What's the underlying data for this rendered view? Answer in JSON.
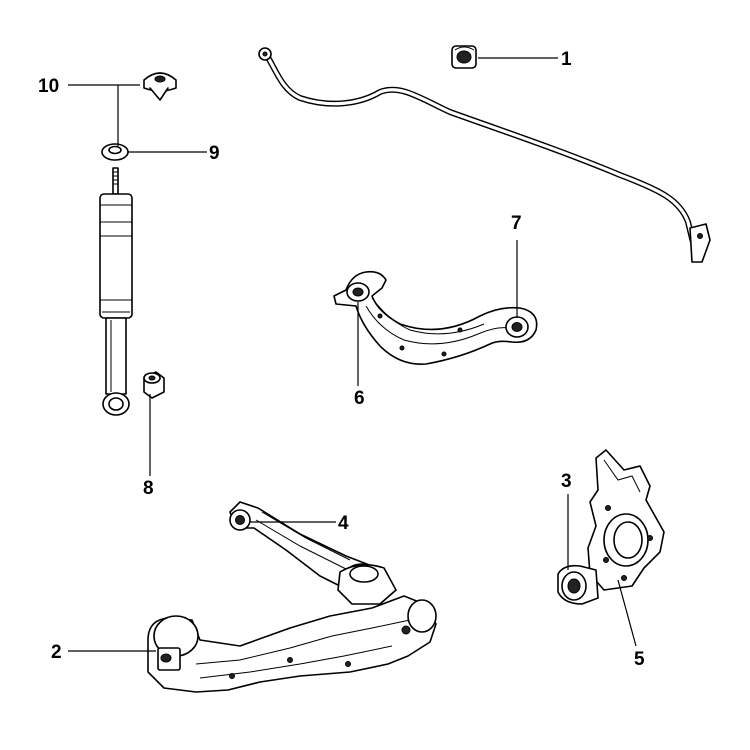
{
  "callouts": [
    {
      "number": "1",
      "part_icon": "bushing-icon"
    },
    {
      "number": "2",
      "part_icon": "lower-control-arm-icon"
    },
    {
      "number": "3",
      "part_icon": "knuckle-bushing-icon"
    },
    {
      "number": "4",
      "part_icon": "upper-link-arm-icon"
    },
    {
      "number": "5",
      "part_icon": "steering-knuckle-icon"
    },
    {
      "number": "6",
      "part_icon": "camber-arm-icon"
    },
    {
      "number": "7",
      "part_icon": "arm-bushing-icon"
    },
    {
      "number": "8",
      "part_icon": "shock-bushing-icon"
    },
    {
      "number": "9",
      "part_icon": "shock-mount-washer-icon"
    },
    {
      "number": "10",
      "part_icon": "shock-mount-cap-icon"
    }
  ],
  "colors": {
    "line": "#000000",
    "background": "#ffffff"
  }
}
